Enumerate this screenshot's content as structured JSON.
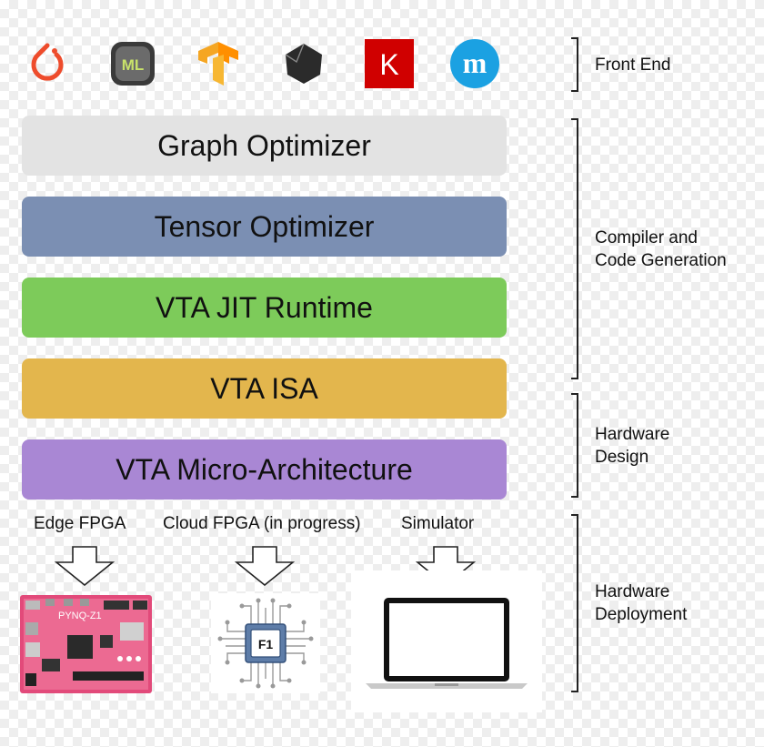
{
  "frontend": {
    "logos": [
      {
        "icon": "pytorch-logo-icon",
        "color": "#EE4C2C"
      },
      {
        "icon": "coreml-logo-icon",
        "color": "#3A3A3A",
        "text": "ML"
      },
      {
        "icon": "tensorflow-logo-icon",
        "color": "#F5A623"
      },
      {
        "icon": "onnx-logo-icon",
        "color": "#2B2B2B"
      },
      {
        "icon": "keras-logo-icon",
        "color": "#D00000",
        "text": "K"
      },
      {
        "icon": "mxnet-logo-icon",
        "color": "#1BA1E2",
        "text": "m"
      }
    ]
  },
  "layers": [
    {
      "label": "Graph Optimizer",
      "color": "#E3E3E3"
    },
    {
      "label": "Tensor Optimizer",
      "color": "#7B8FB3"
    },
    {
      "label": "VTA JIT Runtime",
      "color": "#7DCB5A"
    },
    {
      "label": "VTA ISA",
      "color": "#E3B64D"
    },
    {
      "label": "VTA Micro-Architecture",
      "color": "#A987D4"
    }
  ],
  "sections": {
    "front_end": "Front End",
    "compiler": "Compiler and\nCode Generation",
    "hardware_design": "Hardware\nDesign",
    "hardware_deployment": "Hardware\nDeployment"
  },
  "targets": [
    {
      "label": "Edge FPGA",
      "icon": "pynq-board-icon",
      "board_text": "PYNQ-Z1"
    },
    {
      "label": "Cloud FPGA (in progress)",
      "icon": "f1-chip-icon",
      "chip_text": "F1"
    },
    {
      "label": "Simulator",
      "icon": "laptop-icon"
    }
  ]
}
